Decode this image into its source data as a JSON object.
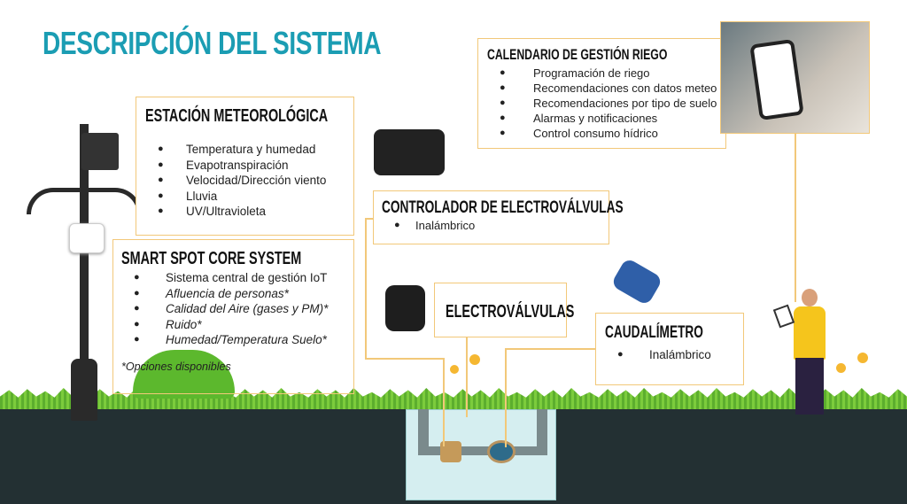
{
  "title": "DESCRIPCIÓN DEL SISTEMA",
  "estacion": {
    "heading": "ESTACIÓN METEOROLÓGICA",
    "items": [
      "Temperatura y humedad",
      "Evapotranspiración",
      "Velocidad/Dirección viento",
      "Lluvia",
      "UV/Ultravioleta"
    ]
  },
  "smartspot": {
    "heading": "SMART SPOT CORE SYSTEM",
    "items": [
      "Sistema central de gestión IoT",
      "Afluencia de personas*",
      "Calidad del Aire (gases y PM)*",
      "Ruido*",
      "Humedad/Temperatura Suelo*"
    ],
    "note": "*Opciones disponibles"
  },
  "calendario": {
    "heading": "CALENDARIO DE GESTIÓN RIEGO",
    "items": [
      "Programación de riego",
      "Recomendaciones con datos meteo",
      "Recomendaciones por tipo de suelo",
      "Alarmas y notificaciones",
      "Control consumo hídrico"
    ]
  },
  "controlador": {
    "heading": "CONTROLADOR DE ELECTROVÁLVULAS",
    "items": [
      "Inalámbrico"
    ]
  },
  "electrovalvulas": {
    "heading": "ELECTROVÁLVULAS"
  },
  "caudalimetro": {
    "heading": "CAUDALÍMETRO",
    "items": [
      "Inalámbrico"
    ]
  },
  "colors": {
    "title": "#1b9db3",
    "border": "#f2c879",
    "ground": "#233033",
    "grass": "#6cbf35",
    "water": "#d5eef0"
  }
}
